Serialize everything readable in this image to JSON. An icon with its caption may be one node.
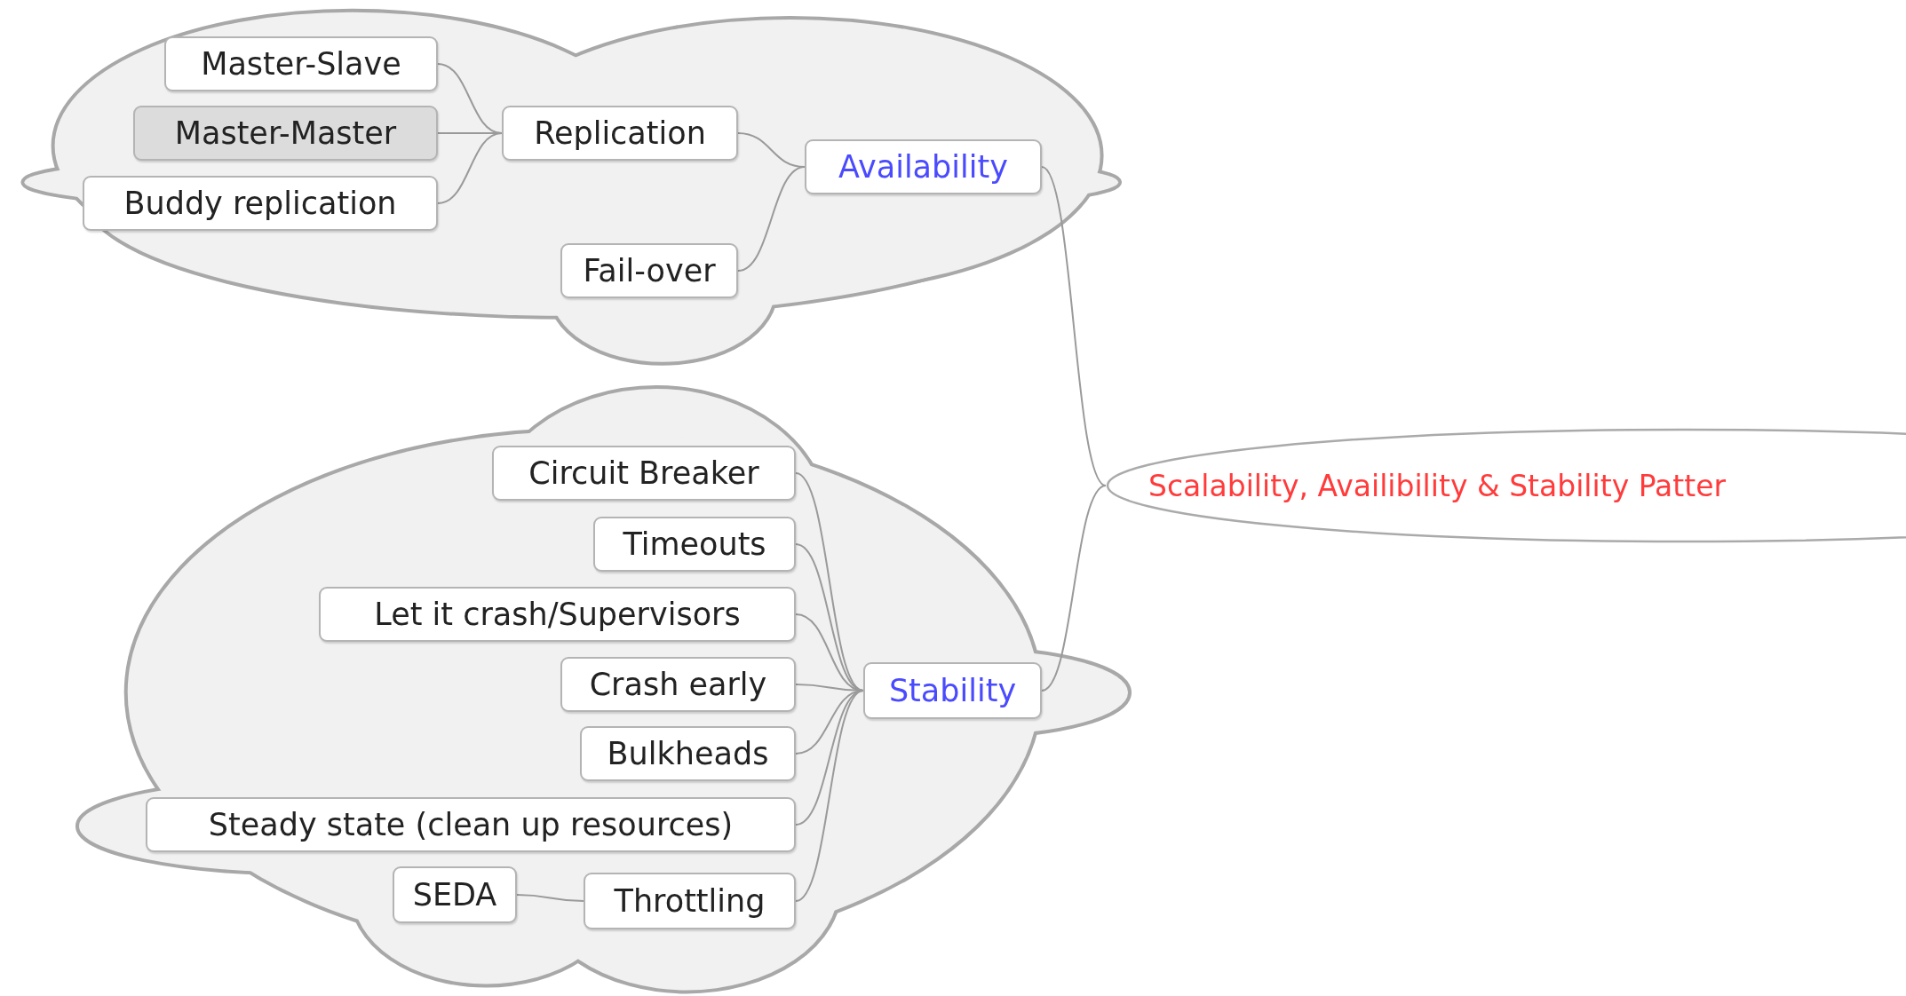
{
  "diagram": {
    "nodes": [
      {
        "text": [
          "Master-Slave"
        ]
      },
      {
        "text": [
          "Master-Master"
        ]
      },
      {
        "text": [
          "Buddy replication"
        ]
      },
      {
        "text": [
          "Replication"
        ]
      },
      {
        "text": [
          "Availability"
        ]
      },
      {
        "text": [
          "Fail-over"
        ]
      },
      {
        "text": [
          "Circuit Breaker"
        ]
      },
      {
        "text": [
          "Timeouts"
        ]
      },
      {
        "text": [
          "Let it crash/Supervisors"
        ]
      },
      {
        "text": [
          "Crash early"
        ]
      },
      {
        "text": [
          "Bulkheads"
        ]
      },
      {
        "text": [
          "Steady state (clean up resources)"
        ]
      },
      {
        "text": [
          "SEDA"
        ]
      },
      {
        "text": [
          "Throttling"
        ]
      },
      {
        "text": [
          "Stability"
        ]
      },
      {
        "text": [
          "Scalability, Availibility & Stability Patter"
        ]
      }
    ],
    "edges": [
      {
        "from": 15,
        "to": 4,
        "arrow": "none"
      },
      {
        "from": 15,
        "to": 14,
        "arrow": "none"
      },
      {
        "from": 4,
        "to": 3,
        "arrow": "none"
      },
      {
        "from": 4,
        "to": 5,
        "arrow": "none"
      },
      {
        "from": 3,
        "to": 0,
        "arrow": "none"
      },
      {
        "from": 3,
        "to": 1,
        "arrow": "none"
      },
      {
        "from": 3,
        "to": 2,
        "arrow": "none"
      },
      {
        "from": 14,
        "to": 6,
        "arrow": "none"
      },
      {
        "from": 14,
        "to": 7,
        "arrow": "none"
      },
      {
        "from": 14,
        "to": 8,
        "arrow": "none"
      },
      {
        "from": 14,
        "to": 9,
        "arrow": "none"
      },
      {
        "from": 14,
        "to": 10,
        "arrow": "none"
      },
      {
        "from": 14,
        "to": 11,
        "arrow": "none"
      },
      {
        "from": 14,
        "to": 13,
        "arrow": "none"
      },
      {
        "from": 13,
        "to": 12,
        "arrow": "none"
      }
    ]
  }
}
